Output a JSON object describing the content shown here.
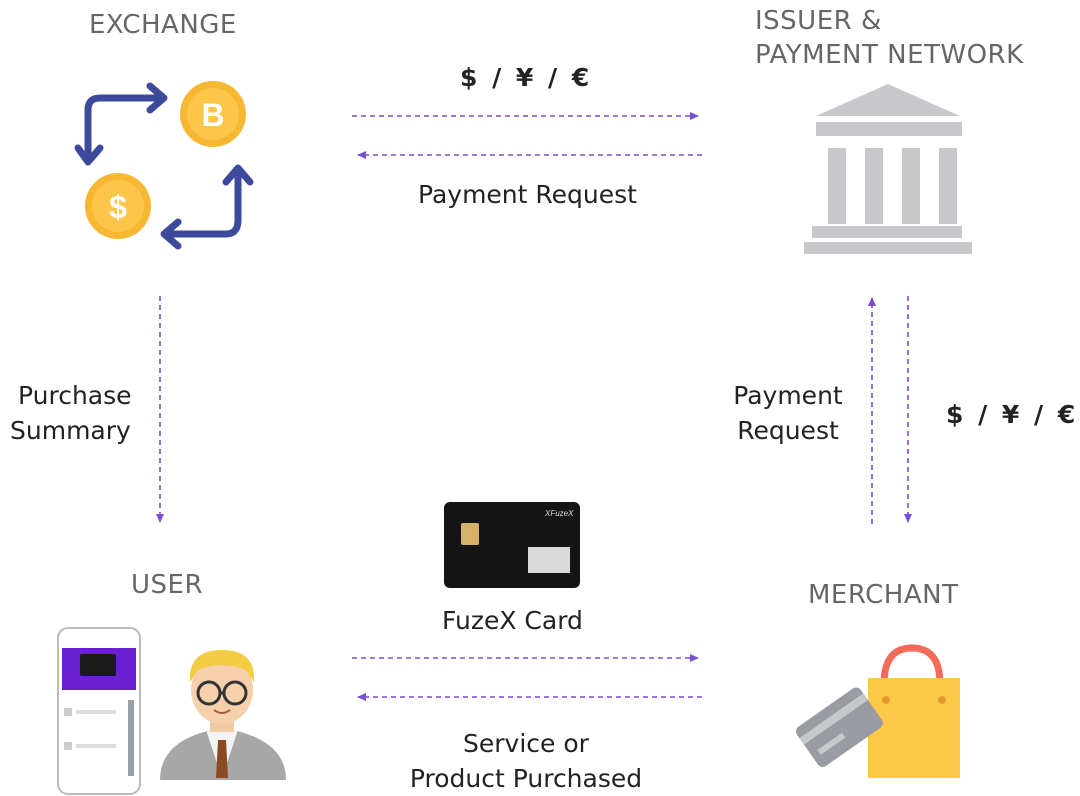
{
  "nodes": {
    "exchange": {
      "title": "EXCHANGE"
    },
    "issuer": {
      "title_line1": "ISSUER &",
      "title_line2": "PAYMENT NETWORK"
    },
    "user": {
      "title": "USER"
    },
    "merchant": {
      "title": "MERCHANT"
    }
  },
  "flows": {
    "top_currency": "$ / ¥ / €",
    "top_request": "Payment Request",
    "left_summary_line1": "Purchase",
    "left_summary_line2": "Summary",
    "right_request_line1": "Payment",
    "right_request_line2": "Request",
    "right_currency": "$ / ¥ / €",
    "card_label": "FuzeX Card",
    "bottom_line1": "Service or",
    "bottom_line2": "Product Purchased"
  },
  "colors": {
    "arrow": "#7a4fd6",
    "coin": "#f7b733",
    "cycle_arrow": "#3d4a9c",
    "bank": "#c8c8cc",
    "bag": "#fbc947",
    "bag_handle": "#f26b5b",
    "card_icon": "#9a9ca3",
    "phone_accent": "#6a1fd1"
  },
  "icons": {
    "exchange": "exchange-cycle-icon",
    "issuer": "bank-icon",
    "merchant": "shopping-bag-icon",
    "user": "user-avatar-icon",
    "card": "fuzex-card-icon",
    "phone": "smartphone-icon"
  }
}
